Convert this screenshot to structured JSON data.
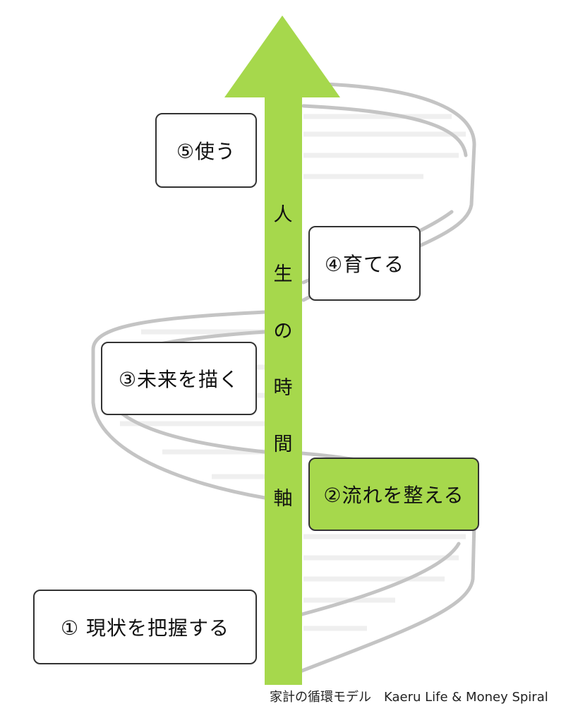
{
  "colors": {
    "accent": "#a6d84c",
    "spiral": "#c4c4c4",
    "stripe": "#efefef",
    "border": "#333333"
  },
  "axis_label_chars": [
    "人",
    "生",
    "の",
    "時",
    "間",
    "軸"
  ],
  "steps": [
    {
      "label": "① 現状を把握する",
      "highlighted": false
    },
    {
      "label": "②流れを整える",
      "highlighted": true
    },
    {
      "label": "③未来を描く",
      "highlighted": false
    },
    {
      "label": "④育てる",
      "highlighted": false
    },
    {
      "label": "⑤使う",
      "highlighted": false
    }
  ],
  "caption": "家計の循環モデル　Kaeru Life & Money Spiral"
}
